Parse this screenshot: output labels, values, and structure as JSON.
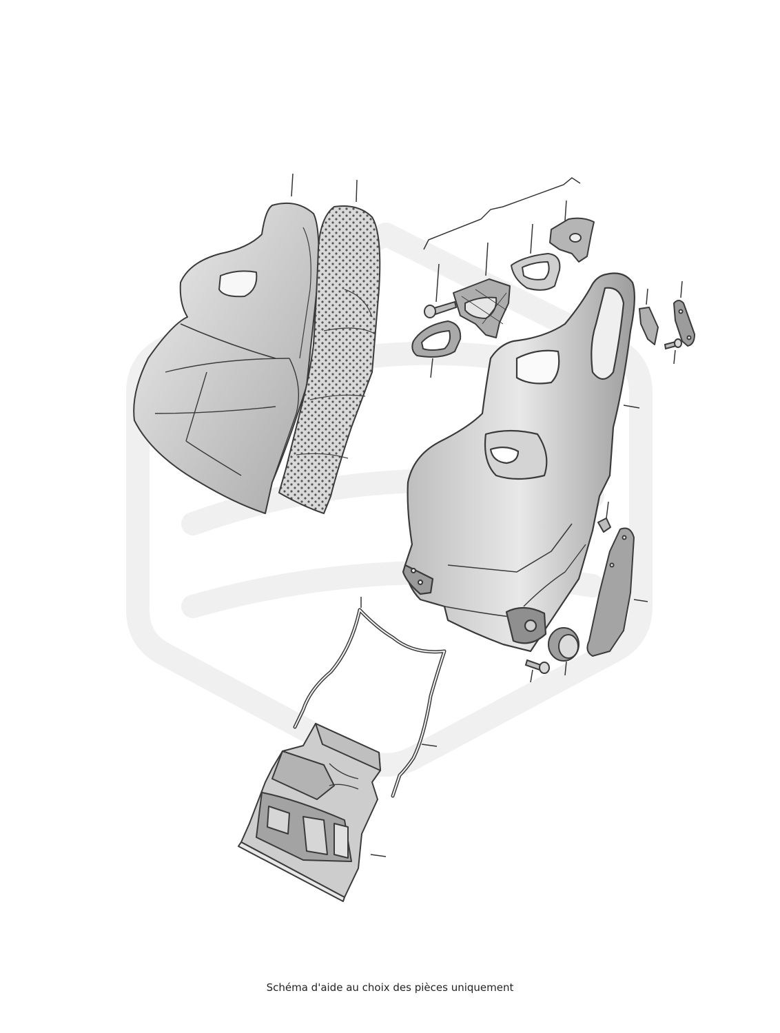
{
  "diagram": {
    "caption": "Schéma d'aide au choix des pièces uniquement",
    "colors": {
      "line": "#3a3a3a",
      "fill_light": "#e6e6e6",
      "fill_mid": "#c9c9c9",
      "fill_dark": "#9a9a9a",
      "watermark": "#f1f1f1"
    },
    "parts": [
      "seat-cover-backrest",
      "backrest-foam-perforated",
      "seat-shell",
      "headrest-trim-ring",
      "belt-guide-bracket",
      "belt-guide-trim",
      "belt-guide-housing",
      "screw-upper",
      "side-trim-upper",
      "side-cover-plate",
      "screw-side",
      "clip",
      "side-panel-lower",
      "adjust-knob",
      "screw-lower",
      "seat-frame-wire",
      "seat-cushion-pan"
    ]
  }
}
